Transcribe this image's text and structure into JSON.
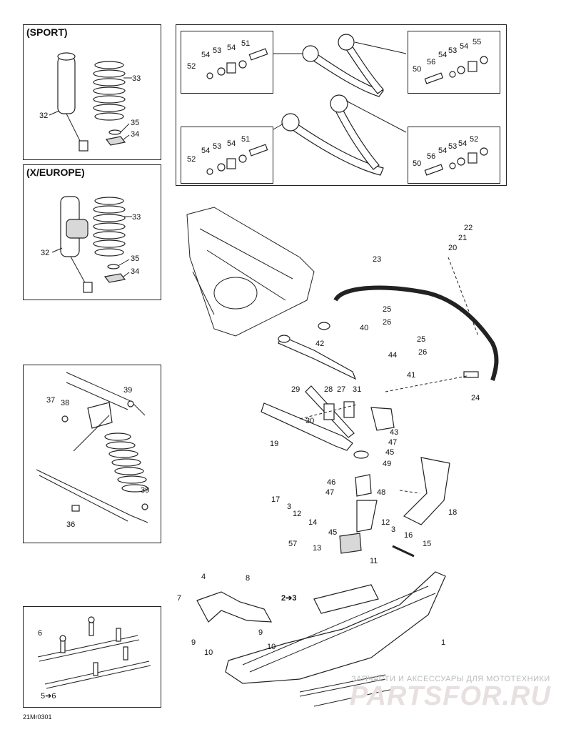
{
  "panels": {
    "sport": {
      "title": "(SPORT)"
    },
    "europe": {
      "title": "(X/EUROPE)"
    }
  },
  "labels": {
    "sport": [
      "33",
      "32",
      "35",
      "34"
    ],
    "europe": [
      "33",
      "32",
      "35",
      "34"
    ],
    "top_a": [
      "52",
      "54",
      "53",
      "54",
      "51"
    ],
    "top_b": [
      "55",
      "54",
      "53",
      "54",
      "56",
      "50"
    ],
    "top_c": [
      "54",
      "53",
      "54",
      "51",
      "52"
    ],
    "top_d": [
      "52",
      "54",
      "53",
      "54",
      "56",
      "50"
    ],
    "left_mid": [
      "39",
      "37",
      "38",
      "39",
      "36"
    ],
    "left_bottom": [
      "6",
      "5➔6"
    ],
    "main": [
      "22",
      "21",
      "20",
      "23",
      "25",
      "26",
      "25",
      "26",
      "40",
      "42",
      "44",
      "41",
      "29",
      "28",
      "27",
      "31",
      "30",
      "24",
      "43",
      "47",
      "19",
      "45",
      "49",
      "46",
      "48",
      "18",
      "17",
      "47",
      "3",
      "12",
      "14",
      "45",
      "12",
      "3",
      "16",
      "15",
      "57",
      "13",
      "11",
      "8",
      "4",
      "7",
      "2➔3",
      "9",
      "9",
      "10",
      "10",
      "1"
    ]
  },
  "figure_code": "21Mr0301",
  "watermark": {
    "caption": "ЗАПЧАСТИ И АКСЕССУАРЫ ДЛЯ МОТОТЕХНИКИ",
    "logo": "PARTSFOR.RU"
  }
}
